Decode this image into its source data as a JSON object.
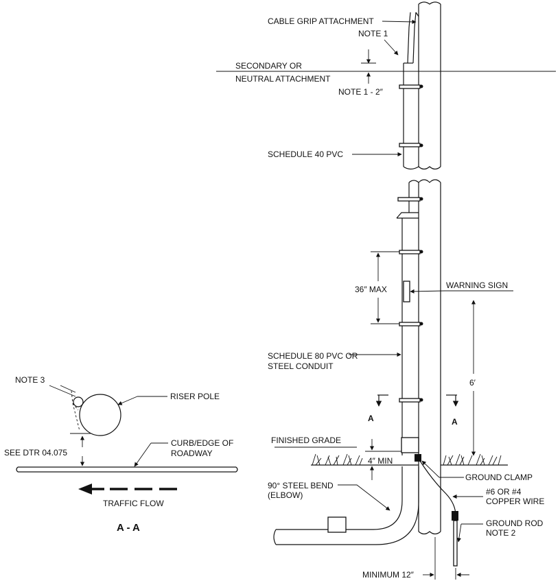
{
  "labels": {
    "cable_grip": "CABLE GRIP ATTACHMENT",
    "note1": "NOTE 1",
    "secondary_1": "SECONDARY OR",
    "secondary_2": "NEUTRAL ATTACHMENT",
    "note1_2": "NOTE 1 - 2″",
    "sched40": "SCHEDULE 40 PVC",
    "max36": "36″ MAX",
    "warning_sign": "WARNING SIGN",
    "sched80_1": "SCHEDULE 80 PVC OR",
    "sched80_2": "STEEL CONDUIT",
    "six_ft": "6′",
    "section_a_left": "A",
    "section_a_right": "A",
    "finished_grade": "FINISHED GRADE",
    "min4": "4″ MIN",
    "ground_clamp": "GROUND CLAMP",
    "bend_1": "90° STEEL BEND",
    "bend_2": "(ELBOW)",
    "copper_1": "#6 OR #4",
    "copper_2": "COPPER WIRE",
    "ground_rod_1": "GROUND ROD",
    "ground_rod_2": "NOTE 2",
    "min12": "MINIMUM 12″",
    "note3": "NOTE 3",
    "riser_pole": "RISER POLE",
    "see": "SEE",
    "dtr": "DTR",
    "dtr_num": "04.075",
    "curb_1": "CURB/EDGE OF",
    "curb_2": "ROADWAY",
    "traffic_flow": "TRAFFIC FLOW",
    "section_title": "A - A"
  },
  "colors": {
    "line": "#111111",
    "background": "#ffffff"
  }
}
